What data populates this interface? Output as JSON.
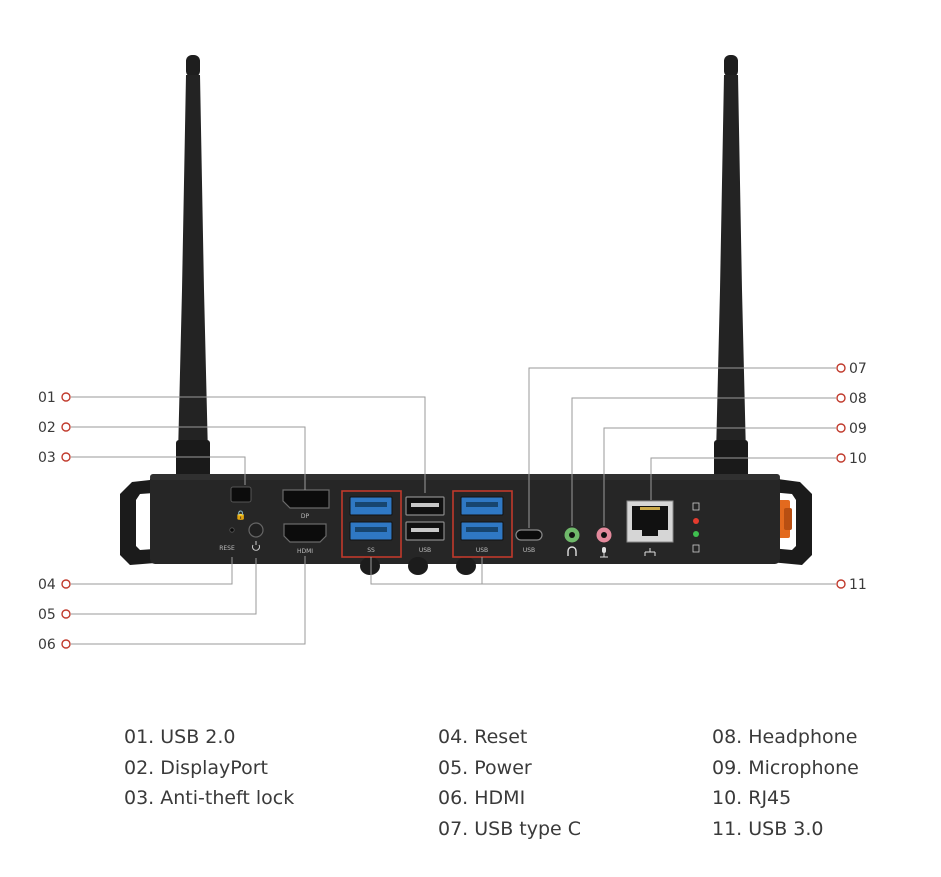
{
  "callouts": {
    "c01": "01",
    "c02": "02",
    "c03": "03",
    "c04": "04",
    "c05": "05",
    "c06": "06",
    "c07": "07",
    "c08": "08",
    "c09": "09",
    "c10": "10",
    "c11": "11"
  },
  "port_labels": {
    "reset": "RESE",
    "dp": "DP",
    "hdmi": "HDMI",
    "ss": "SS",
    "usb_a": "USB",
    "usb_b": "USB",
    "usb_c": "USB"
  },
  "legend": {
    "col1": [
      "01. USB 2.0",
      "02. DisplayPort",
      "03. Anti-theft lock"
    ],
    "col2": [
      "04. Reset",
      "05. Power",
      "06. HDMI",
      "07. USB type C"
    ],
    "col3": [
      "08. Headphone",
      "09. Microphone",
      "10. RJ45",
      "11. USB 3.0"
    ]
  },
  "colors": {
    "accent_red": "#c0392b",
    "device_body": "#262626",
    "port_blue": "#2f78c4",
    "audio_green": "#6fb86a",
    "audio_pink": "#e4899c",
    "handle_orange": "#e36a1e",
    "leader_line": "#9a9a9a"
  }
}
